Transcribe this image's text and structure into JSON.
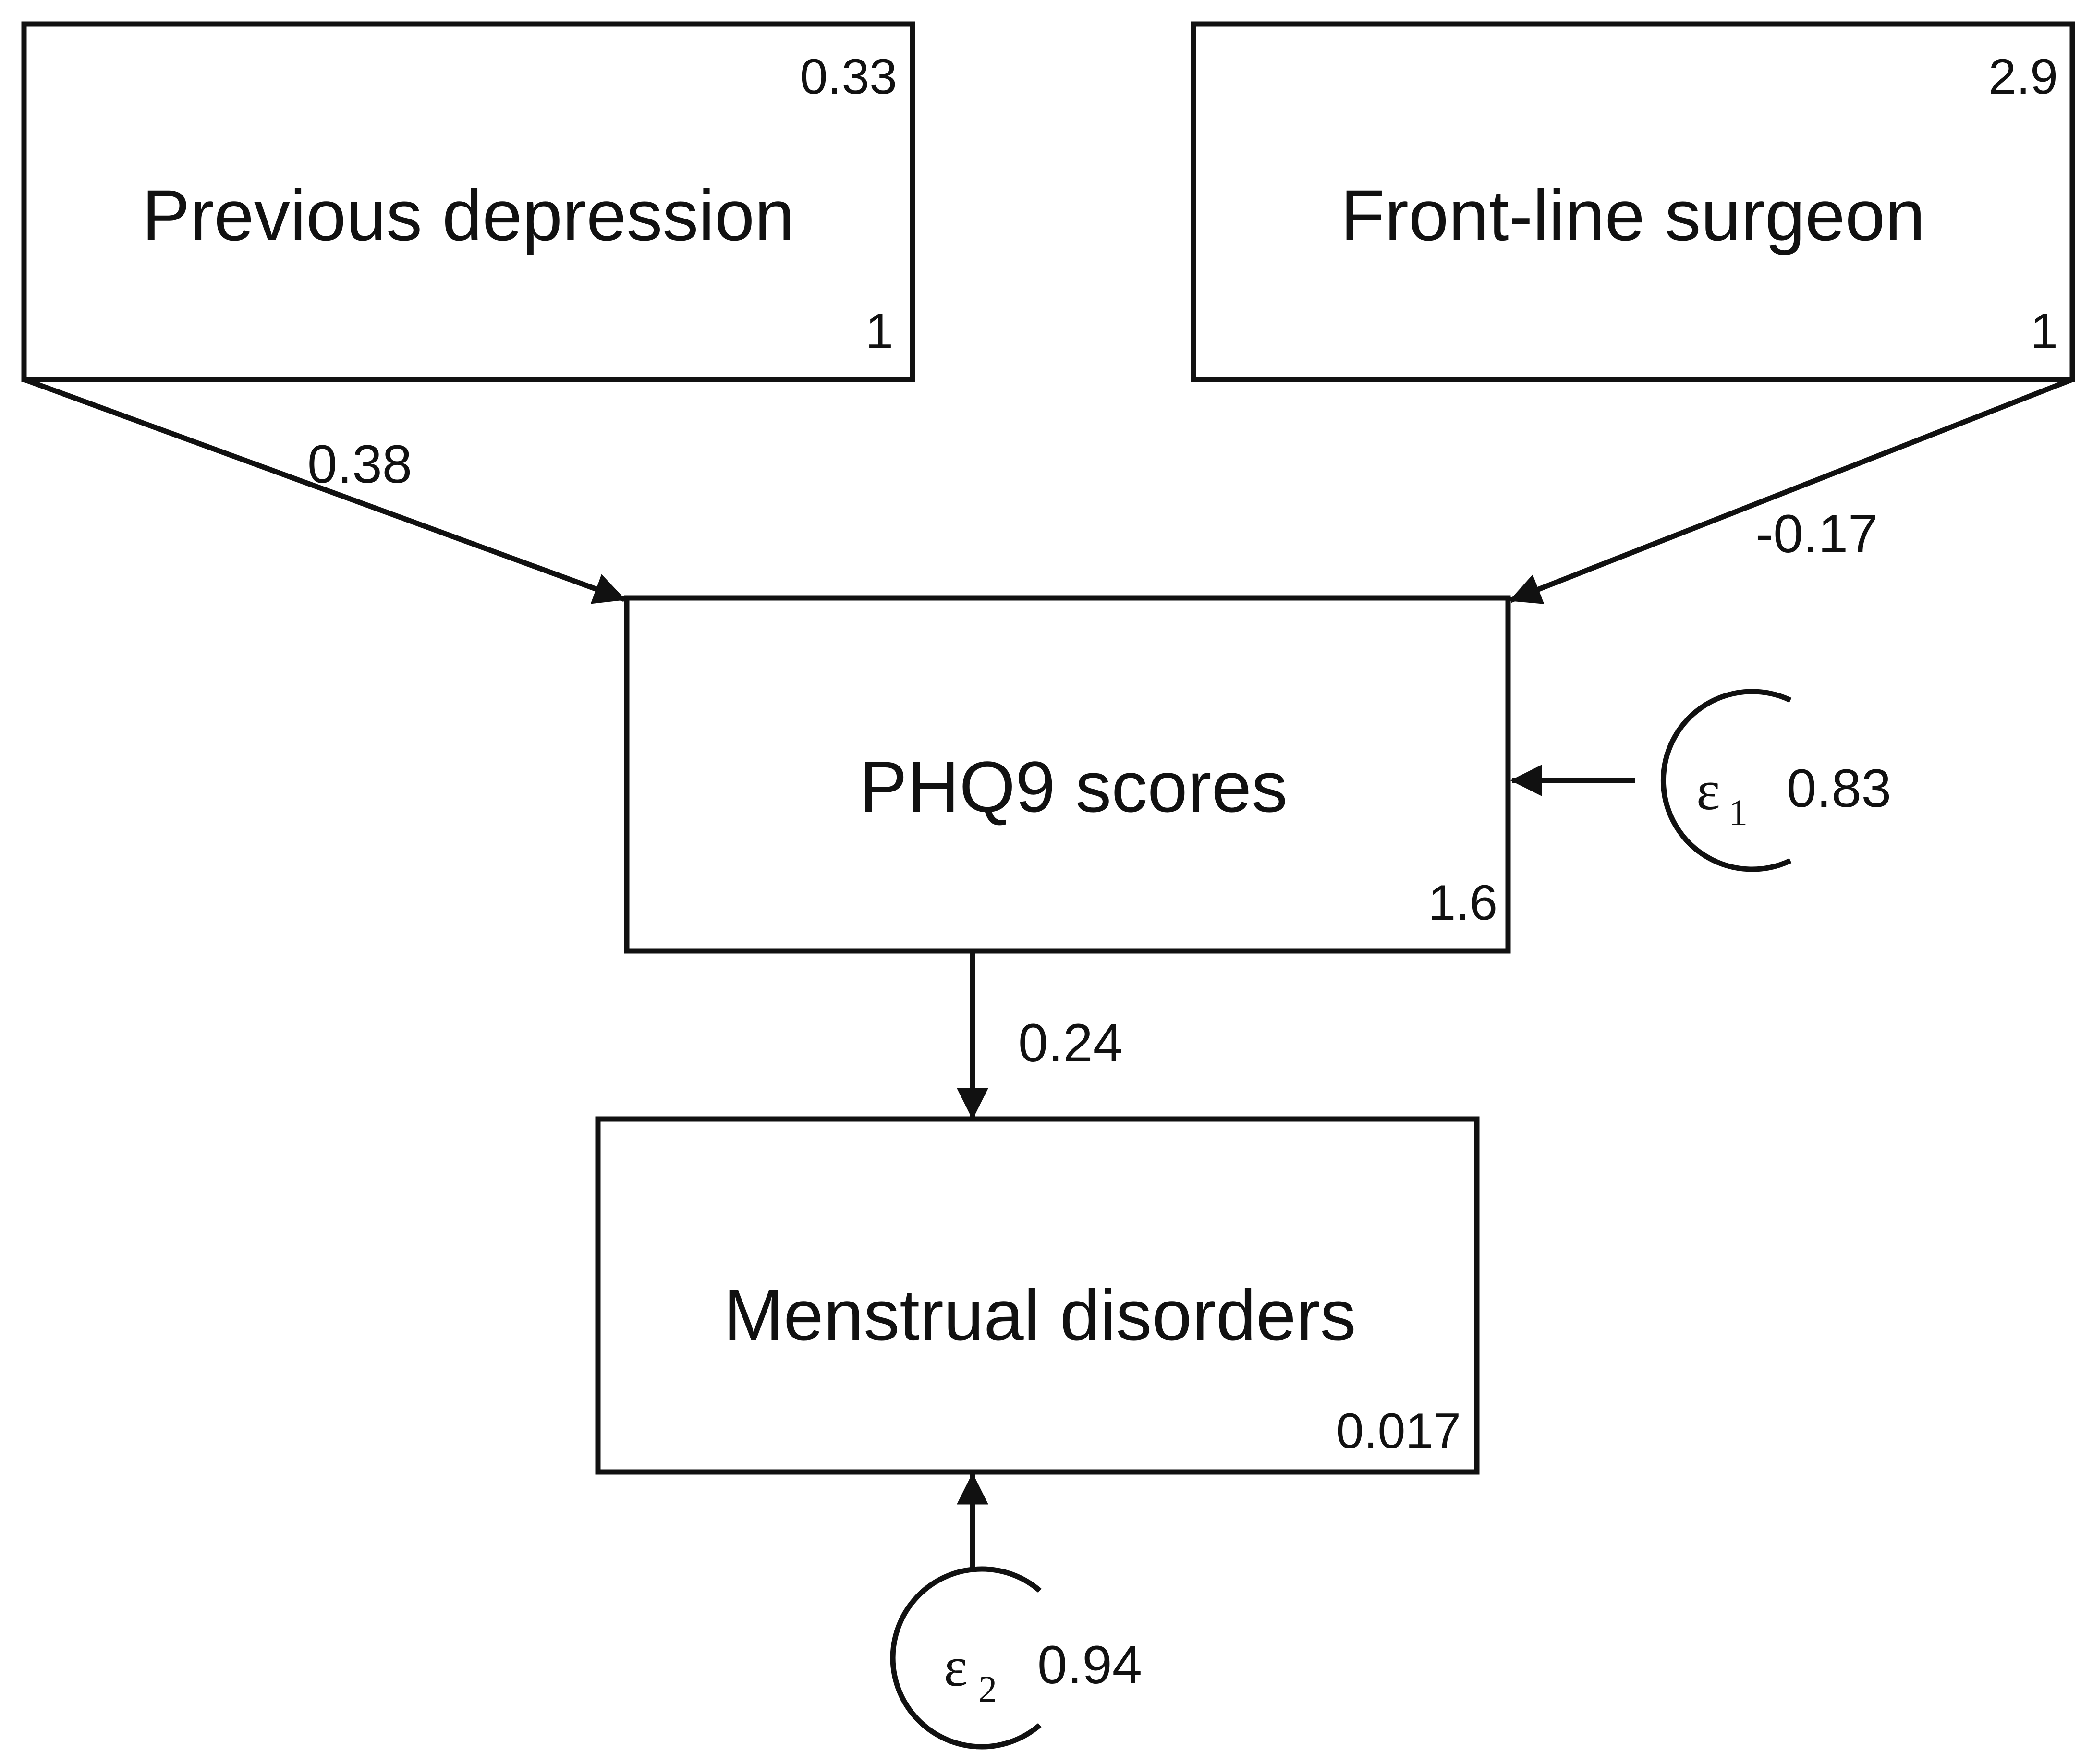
{
  "nodes": {
    "previous_depression": {
      "label": "Previous depression",
      "variance": "0.33",
      "intercept": "1"
    },
    "front_line_surgeon": {
      "label": "Front-line surgeon",
      "variance": "2.9",
      "intercept": "1"
    },
    "phq9_scores": {
      "label": "PHQ9 scores",
      "intercept": "1.6"
    },
    "menstrual_disorders": {
      "label": "Menstrual disorders",
      "intercept": "0.017"
    }
  },
  "paths": {
    "previous_to_phq9": "0.38",
    "frontline_to_phq9": "-0.17",
    "phq9_to_menstrual": "0.24"
  },
  "errors": {
    "e1": {
      "symbol": "ε",
      "subscript": "1",
      "value": "0.83"
    },
    "e2": {
      "symbol": "ε",
      "subscript": "2",
      "value": "0.94"
    }
  },
  "colors": {
    "ink": "#111111",
    "background": "#ffffff"
  }
}
